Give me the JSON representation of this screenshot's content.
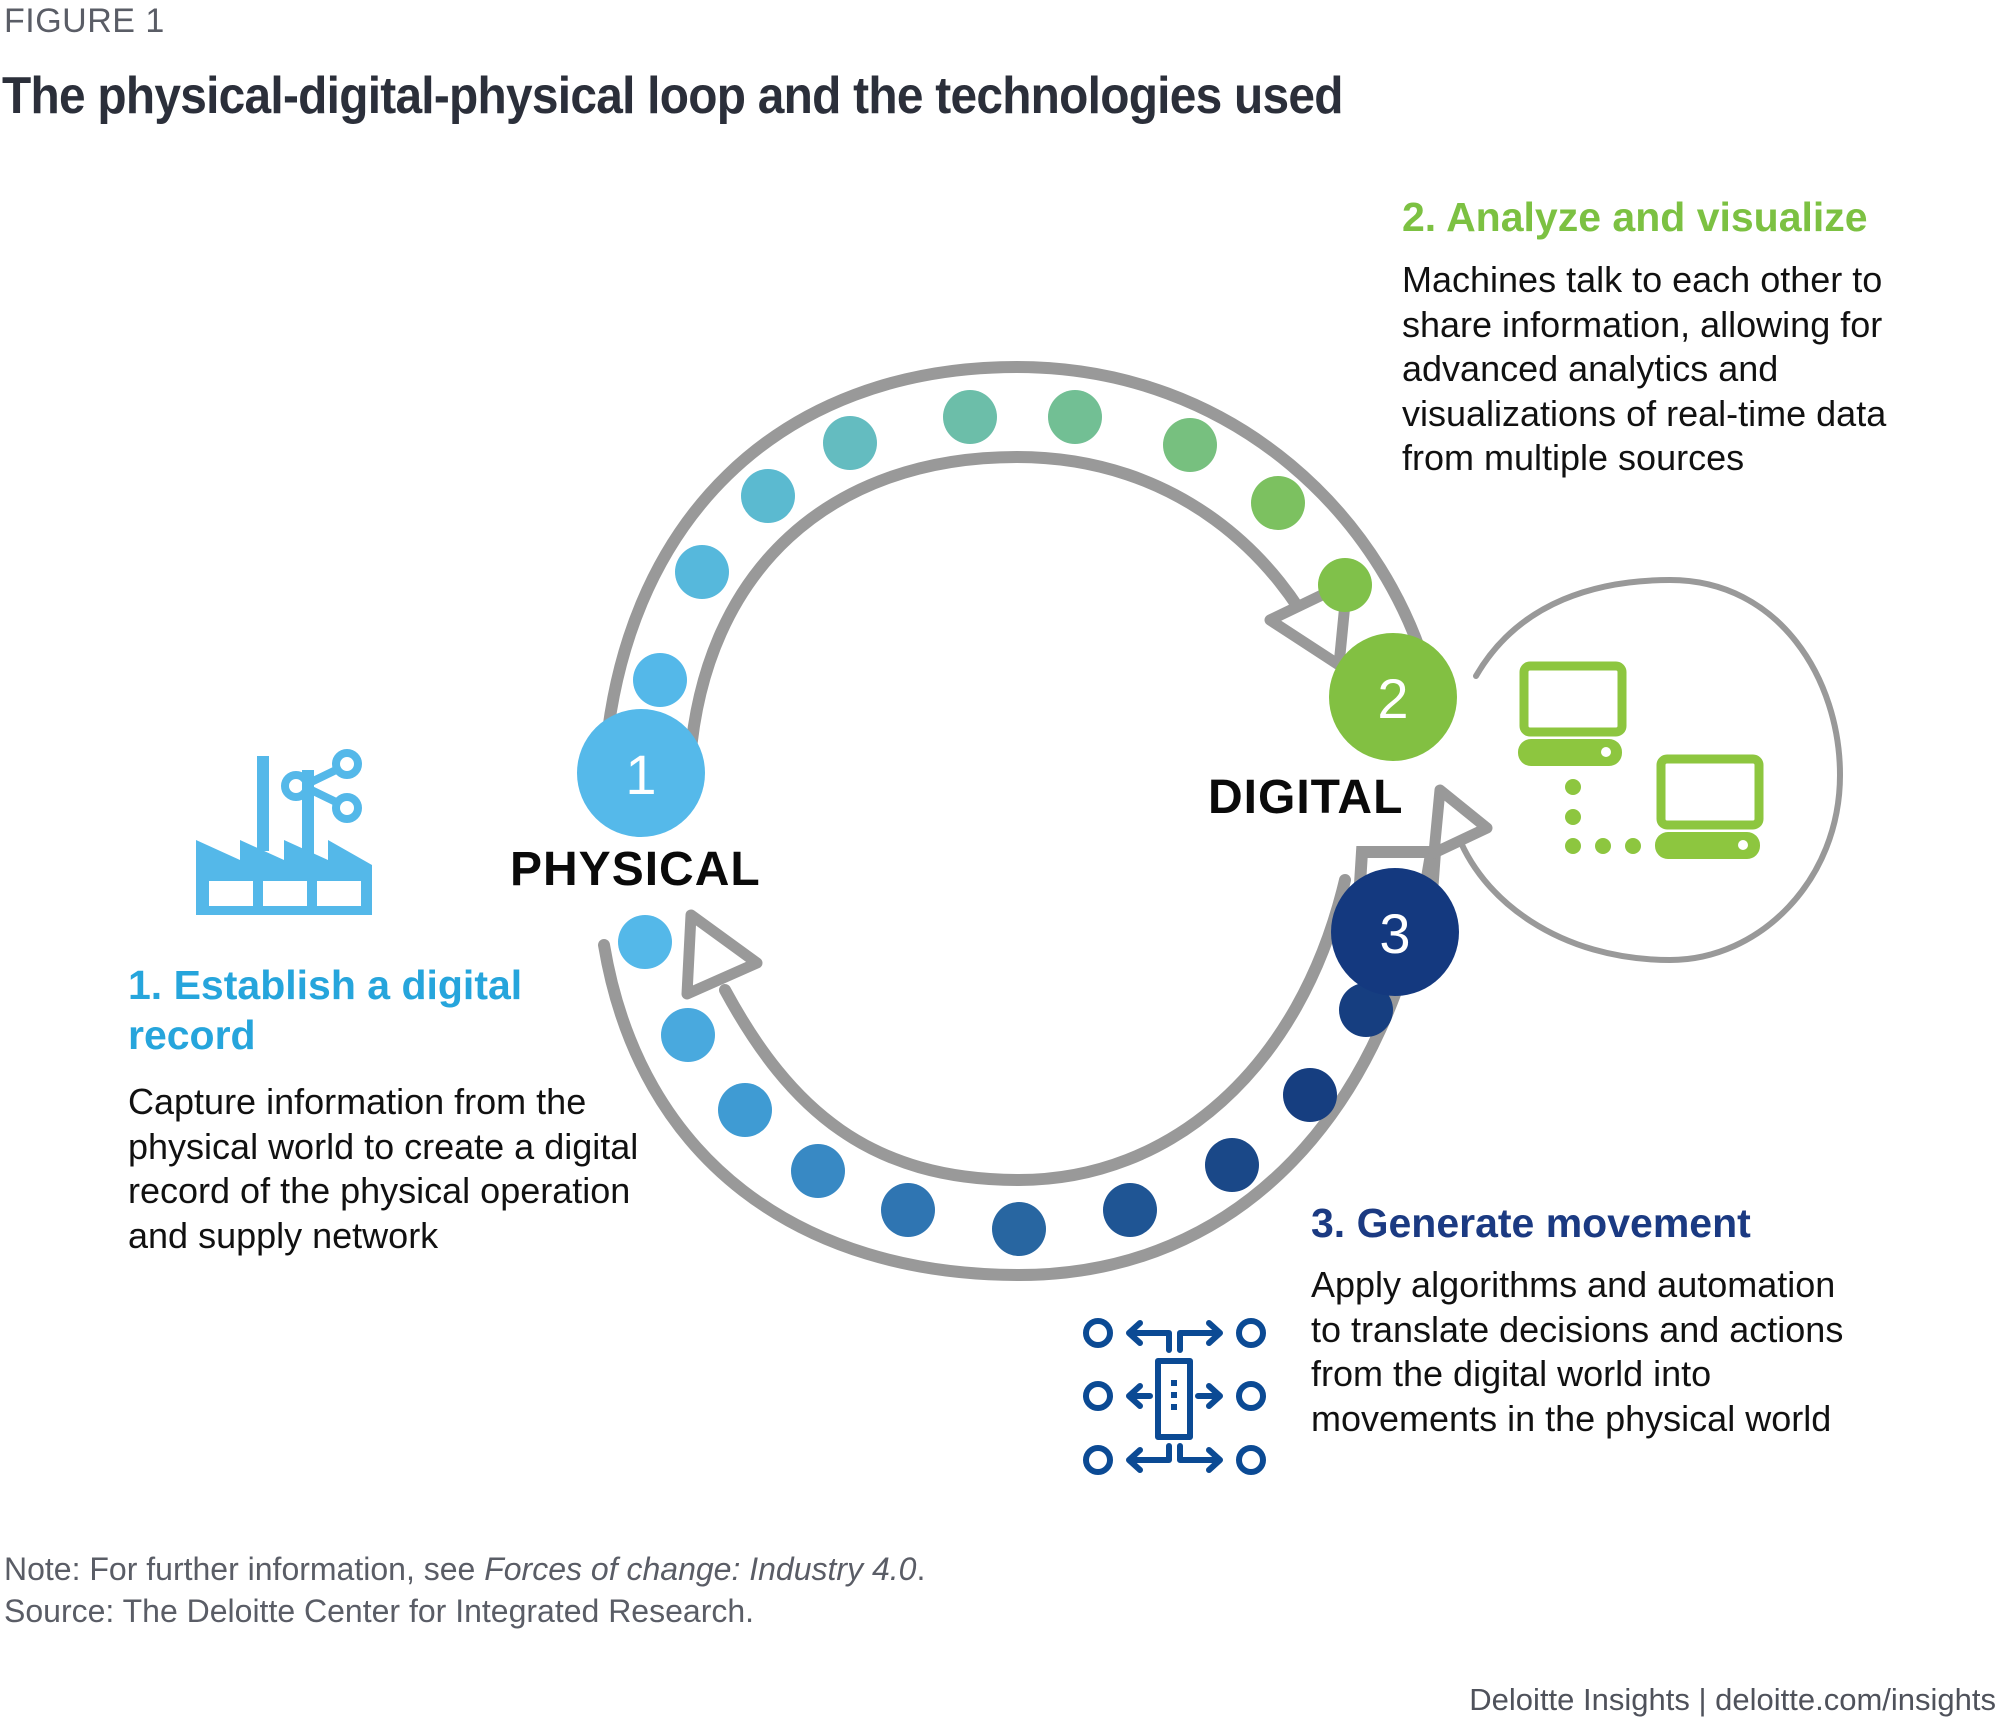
{
  "figure_label": "FIGURE 1",
  "title": "The physical-digital-physical loop and the technologies used",
  "loop": {
    "stages": [
      {
        "number": "1",
        "label": "PHYSICAL",
        "color": "#55b9ea"
      },
      {
        "number": "2",
        "label": "DIGITAL",
        "color": "#82c042"
      },
      {
        "number": "3",
        "label": "",
        "color": "#14397f"
      }
    ],
    "upper_dot_colors": [
      "#54b8e9",
      "#56b8dc",
      "#5bbad0",
      "#64bcc0",
      "#6cbea9",
      "#72bf94",
      "#77c07f",
      "#7cc160",
      "#80c14a"
    ],
    "lower_dot_colors": [
      "#54b8e9",
      "#49a9de",
      "#3f9bd3",
      "#3889c4",
      "#2f75b2",
      "#2866a1",
      "#1f5594",
      "#1a4888",
      "#163e80"
    ],
    "arc_color": "#999999"
  },
  "steps": [
    {
      "heading": "1. Establish a digital record",
      "body": "Capture information from the physical world to create a digital record of the physical operation and supply network",
      "color": "#26a5dc",
      "icon": "factory-share-icon"
    },
    {
      "heading": "2. Analyze and visualize",
      "body": "Machines talk to each other to share information, allowing for advanced analytics and visualizations of real-time data from multiple sources",
      "color": "#7cc142",
      "icon": "networked-computers-icon"
    },
    {
      "heading": "3. Generate movement",
      "body": "Apply algorithms and automation to translate decisions and actions from the digital world into movements in the physical world",
      "color": "#1b3a82",
      "icon": "distribution-arrows-icon"
    }
  ],
  "note": {
    "prefix": "Note: For further information, see ",
    "italic": "Forces of change: Industry 4.0",
    "suffix": "."
  },
  "source": "Source: The Deloitte Center for Integrated Research.",
  "credit": "Deloitte Insights | deloitte.com/insights"
}
